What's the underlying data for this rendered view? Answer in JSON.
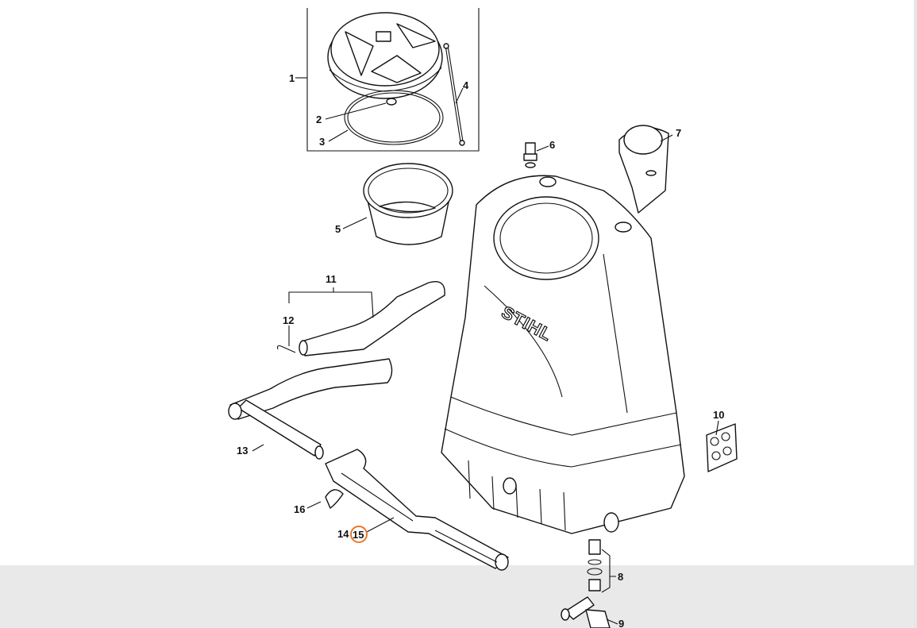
{
  "brand": "STIHL",
  "highlight_color": "#e8772e",
  "callouts": [
    {
      "id": "1",
      "text": "1"
    },
    {
      "id": "2",
      "text": "2"
    },
    {
      "id": "3",
      "text": "3"
    },
    {
      "id": "4",
      "text": "4"
    },
    {
      "id": "5",
      "text": "5"
    },
    {
      "id": "6",
      "text": "6"
    },
    {
      "id": "7",
      "text": "7"
    },
    {
      "id": "8",
      "text": "8"
    },
    {
      "id": "9",
      "text": "9"
    },
    {
      "id": "10",
      "text": "10"
    },
    {
      "id": "11",
      "text": "11"
    },
    {
      "id": "12",
      "text": "12"
    },
    {
      "id": "13",
      "text": "13"
    },
    {
      "id": "14",
      "text": "14"
    },
    {
      "id": "15",
      "text": "15",
      "highlighted": true
    },
    {
      "id": "16",
      "text": "16"
    }
  ]
}
